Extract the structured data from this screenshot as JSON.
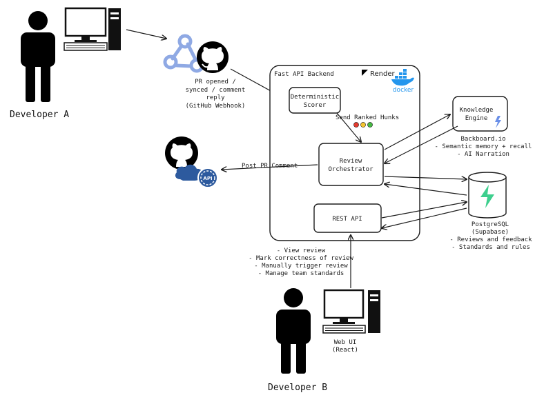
{
  "actors": {
    "developer_a": "Developer A",
    "developer_b": "Developer B"
  },
  "webhook": {
    "lines": [
      "PR opened /",
      "synced / comment",
      "reply",
      "(GitHub Webhook)"
    ]
  },
  "backend": {
    "title": "Fast API Backend",
    "render_label": "Render",
    "docker_label": "docker",
    "scorer": [
      "Deterministic",
      "Scorer"
    ],
    "orchestrator": [
      "Review",
      "Orchestrator"
    ],
    "rest_api": "REST API"
  },
  "edges": {
    "send_ranked": "Send Ranked Hunks",
    "post_comment": "Post PR Comment"
  },
  "knowledge": {
    "box": [
      "Knowledge",
      "Engine"
    ],
    "name": "Backboard.io",
    "bullets": [
      "- Semantic memory + recall",
      "- AI Narration"
    ]
  },
  "postgres": {
    "lines": [
      "PostgreSQL",
      "(Supabase)"
    ],
    "bullets": [
      "- Reviews and feedback",
      "- Standards and rules"
    ]
  },
  "github_api": {
    "badge": "API"
  },
  "web_ui": {
    "lines": [
      "Web UI",
      "(React)"
    ],
    "actions": [
      "- View review",
      "- Mark correctness of review",
      "- Manually trigger review",
      "- Manage team standards"
    ]
  }
}
